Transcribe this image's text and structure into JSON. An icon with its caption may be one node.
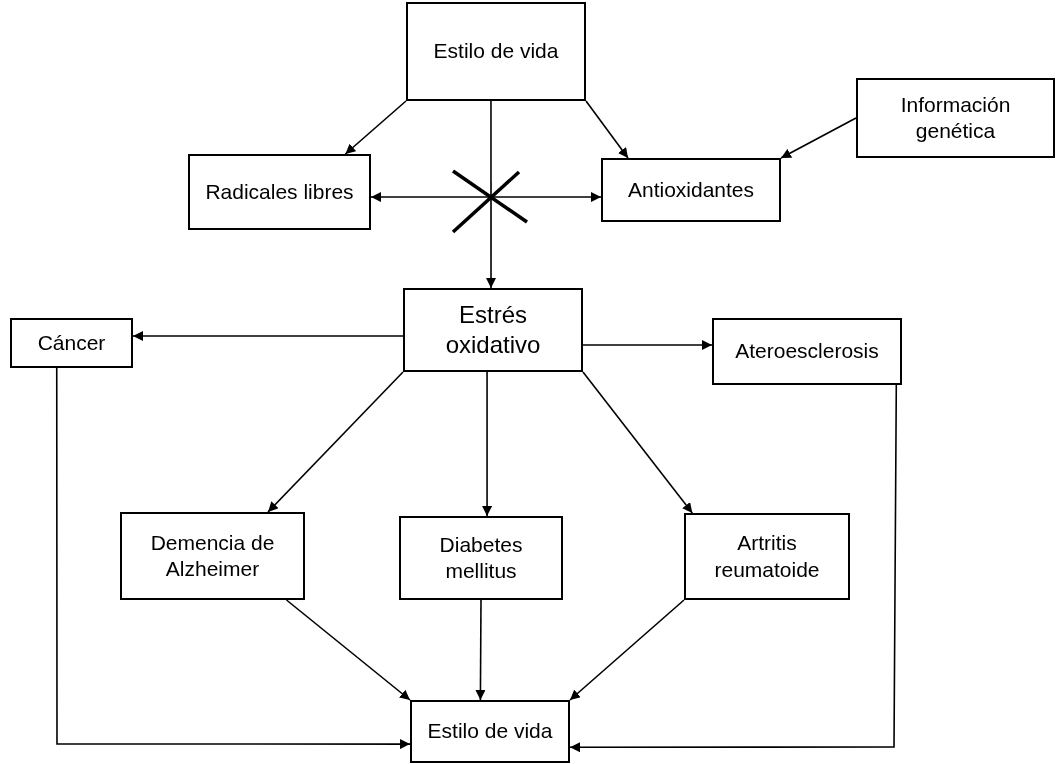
{
  "diagram": {
    "nodes": [
      {
        "text": [
          "Estilo de vida"
        ]
      },
      {
        "text": [
          "Información genética"
        ]
      },
      {
        "text": [
          "Radicales libres"
        ]
      },
      {
        "text": [
          "Antioxidantes"
        ]
      },
      {
        "text": [
          "Estrés oxidativo"
        ]
      },
      {
        "text": [
          "Cáncer"
        ]
      },
      {
        "text": [
          "Ateroesclerosis"
        ]
      },
      {
        "text": [
          "Demencia de Alzheimer"
        ]
      },
      {
        "text": [
          "Diabetes mellitus"
        ]
      },
      {
        "text": [
          "Artritis reumatoide"
        ]
      },
      {
        "text": [
          "Estilo de vida"
        ]
      }
    ],
    "edges": [
      {
        "from": 0,
        "to": 2,
        "arrow": "to"
      },
      {
        "from": 0,
        "to": 3,
        "arrow": "to"
      },
      {
        "from": 1,
        "to": 3,
        "arrow": "to"
      },
      {
        "from": 0,
        "to": 4,
        "arrow": "to"
      },
      {
        "from": 2,
        "to": 3,
        "arrow": "both"
      },
      {
        "from": 4,
        "to": 5,
        "arrow": "to"
      },
      {
        "from": 4,
        "to": 6,
        "arrow": "to"
      },
      {
        "from": 4,
        "to": 7,
        "arrow": "to"
      },
      {
        "from": 4,
        "to": 8,
        "arrow": "to"
      },
      {
        "from": 4,
        "to": 9,
        "arrow": "to"
      },
      {
        "from": 7,
        "to": 10,
        "arrow": "to"
      },
      {
        "from": 8,
        "to": 10,
        "arrow": "to"
      },
      {
        "from": 9,
        "to": 10,
        "arrow": "to"
      },
      {
        "from": 5,
        "to": 10,
        "arrow": "to"
      },
      {
        "from": 6,
        "to": 10,
        "arrow": "to"
      }
    ]
  }
}
